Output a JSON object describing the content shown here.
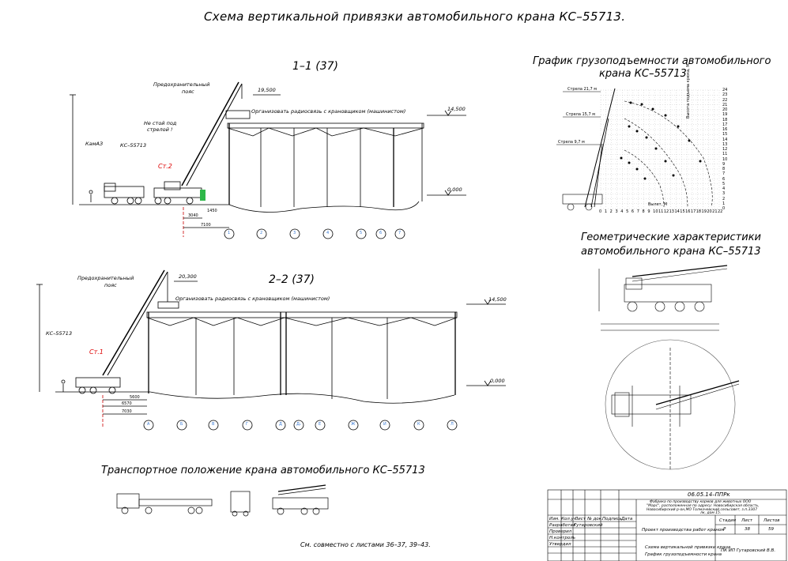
{
  "main_title": "Схема вертикальной привязки автомобильного крана КС–55713.",
  "section1": {
    "title": "1–1 (37)",
    "label_guard": "Предохранительный пояс",
    "label_guard_1": "Предохранительный",
    "label_guard_2": "пояс",
    "label_nostand_1": "Не стой под",
    "label_nostand_2": "стрелой !",
    "label_kamaz": "КамАЗ",
    "label_crane": "КС–55713",
    "station": "Ст.2",
    "elev_top": "19,500",
    "elev_roof": "14,500",
    "elev_zero": "0,000",
    "radio": "Организовать радиосвязь с крановщиком (машинистом)",
    "dim_3040": "3040",
    "dim_1450": "1450",
    "dim_7100": "7100",
    "axes": [
      "1",
      "2",
      "3",
      "4",
      "5",
      "6",
      "7"
    ]
  },
  "section2": {
    "title": "2–2 (37)",
    "label_guard_1": "Предохранительный",
    "label_guard_2": "пояс",
    "label_crane": "КС–55713",
    "station": "Ст.1",
    "elev_top": "20,300",
    "elev_roof": "14,500",
    "elev_zero": "0,000",
    "radio": "Организовать радиосвязь с крановщиком (машинистом)",
    "dim_5600": "5600",
    "dim_6570": "6570",
    "dim_7030": "7030",
    "axes": [
      "А",
      "Б",
      "В",
      "Г",
      "Д",
      "Д₁",
      "Е",
      "Ж",
      "И",
      "К",
      "Л"
    ]
  },
  "load_chart": {
    "title_line1": "График грузоподъемности автомобильного",
    "title_line2": "крана КС–55713",
    "boom_labels": [
      "Стрела 21,7 м",
      "Стрела 15,7 м",
      "Стрела 9,7 м"
    ],
    "x_ticks": [
      "0",
      "1",
      "2",
      "3",
      "4",
      "5",
      "6",
      "7",
      "8",
      "9",
      "10",
      "11",
      "12",
      "13",
      "14",
      "15",
      "16",
      "17",
      "18",
      "19",
      "20",
      "21",
      "22"
    ],
    "y_ticks": [
      "0",
      "1",
      "2",
      "3",
      "4",
      "5",
      "6",
      "7",
      "8",
      "9",
      "10",
      "11",
      "12",
      "13",
      "14",
      "15",
      "16",
      "17",
      "18",
      "19",
      "20",
      "21",
      "22",
      "23",
      "24"
    ],
    "x_label": "Вылет, М",
    "y_label": "Высота подъема крюка, М"
  },
  "geometry": {
    "title_line1": "Геометрические характеристики",
    "title_line2": "автомобильного крана КС–55713"
  },
  "transport": {
    "title": "Транспортное положение крана автомобильного КС–55713"
  },
  "note": "См. совместно с листами 36–37, 39–43.",
  "stamp": {
    "code": "06.05.14–ППРк",
    "object_line1": "Фабрика по производству кормов для животных ООО",
    "object_line2": "\"Марс\", расположенная по адресу: Новосибирская область,",
    "object_line3": "Новосибирский р-он,МО Толмачевский сельсовет, з.п.3307",
    "object_line4": "лк, дом 15.",
    "rows": [
      "Изм.",
      "Кол.уч.",
      "Лист",
      "№ док.",
      "Подпись",
      "Дата"
    ],
    "roles": [
      "Разработал",
      "Проверил",
      "Н.контроль",
      "Утвердил"
    ],
    "developer": "Гутаровский",
    "project": "Проект производства работ краном",
    "stage_label": "Стадия",
    "sheet_label": "Лист",
    "sheets_label": "Листов",
    "stage": "Р",
    "sheet": "38",
    "sheets": "59",
    "sheet_title_1": "Схема вертикальной привязки крана",
    "sheet_title_2": "График грузоподъемности крана",
    "company": "ПК ИП Гутаровский В.В."
  }
}
